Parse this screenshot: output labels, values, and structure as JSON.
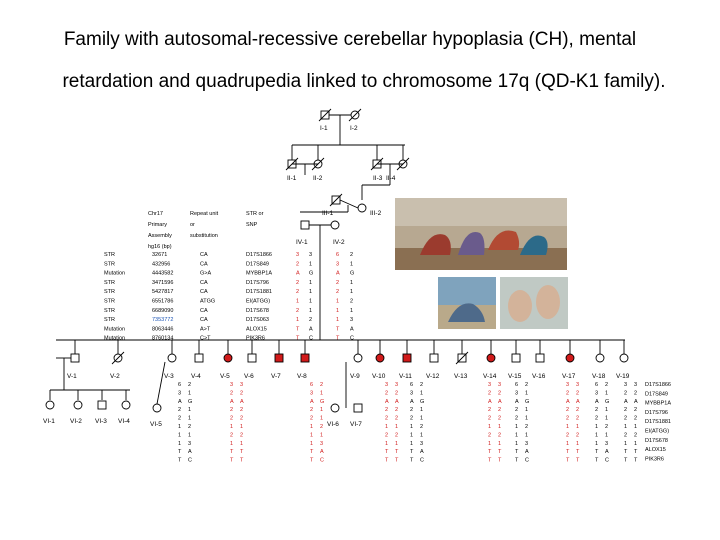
{
  "title": {
    "line1": "Family with  autosomal-recessive cerebellar hypoplasia (CH), mental",
    "line2": "retardation and quadrupedia  linked to chromosome 17q (QD-K1 family)."
  },
  "table": {
    "col1_header": [
      "Chr17",
      "Primary",
      "Assembly",
      "hg16 (bp)"
    ],
    "col2_header": [
      "Repeat unit",
      "or",
      "substitution"
    ],
    "col3_header": [
      "STR or",
      "SNP"
    ],
    "rows": [
      {
        "type": "STR",
        "pos": "32671",
        "unit": "CA",
        "name": "D17S1866",
        "a": "3",
        "b": "3",
        "c": "6",
        "d": "2"
      },
      {
        "type": "STR",
        "pos": "432956",
        "unit": "CA",
        "name": "D17S849",
        "a": "2",
        "b": "1",
        "c": "3",
        "d": "1"
      },
      {
        "type": "Mutation",
        "pos": "4443582",
        "unit": "G>A",
        "name": "MYBBP1A",
        "a": "A",
        "b": "G",
        "c": "A",
        "d": "G"
      },
      {
        "type": "STR",
        "pos": "3471596",
        "unit": "CA",
        "name": "D17S796",
        "a": "2",
        "b": "1",
        "c": "2",
        "d": "1"
      },
      {
        "type": "STR",
        "pos": "5427817",
        "unit": "CA",
        "name": "D17S1881",
        "a": "2",
        "b": "1",
        "c": "2",
        "d": "1"
      },
      {
        "type": "STR",
        "pos": "6551786",
        "unit": "ATGG",
        "name": "EI(ATGG)",
        "a": "1",
        "b": "1",
        "c": "1",
        "d": "2"
      },
      {
        "type": "STR",
        "pos": "6689090",
        "unit": "CA",
        "name": "D17S678",
        "a": "2",
        "b": "1",
        "c": "1",
        "d": "1"
      },
      {
        "type": "STR",
        "pos": "7353772",
        "unit": "CA",
        "name": "D17S063",
        "a": "1",
        "b": "2",
        "c": "1",
        "d": "3"
      },
      {
        "type": "Mutation",
        "pos": "8063446",
        "unit": "A>T",
        "name": "ALOX15",
        "a": "T",
        "b": "A",
        "c": "T",
        "d": "A"
      },
      {
        "type": "Mutation",
        "pos": "8760134",
        "unit": "C>T",
        "name": "PIK3R6",
        "a": "T",
        "b": "C",
        "c": "T",
        "d": "C"
      }
    ]
  },
  "right_markers": [
    "D17S1866",
    "D17S849",
    "MYBBP1A",
    "D17S796",
    "D17S1881",
    "EI(ATGG)",
    "D17S678",
    "ALOX15",
    "PIK3R6"
  ],
  "generation_labels": {
    "I": [
      "I-1",
      "I-2"
    ],
    "II": [
      "II-1",
      "II-2",
      "II-3",
      "II-4"
    ],
    "III": [
      "III-1",
      "III-2"
    ],
    "IV": [
      "IV-1",
      "IV-2"
    ],
    "V": [
      "V-1",
      "V-2",
      "V-3",
      "V-4",
      "V-5",
      "V-6",
      "V-7",
      "V-8",
      "V-9",
      "V-10",
      "V-11",
      "V-12",
      "V-13",
      "V-14",
      "V-15",
      "V-16",
      "V-17",
      "V-18",
      "V-19"
    ],
    "VI": [
      "VI-1",
      "VI-2",
      "VI-3",
      "VI-4",
      "VI-5",
      "VI-6",
      "VI-7"
    ]
  },
  "colors": {
    "affected": "#d11a1a",
    "haplotype_red": "#c81e1e",
    "line": "#000000"
  },
  "photos": [
    "quadrupedal-siblings-photo",
    "quadrupedal-man-on-rocks-photo",
    "hands-photo"
  ]
}
